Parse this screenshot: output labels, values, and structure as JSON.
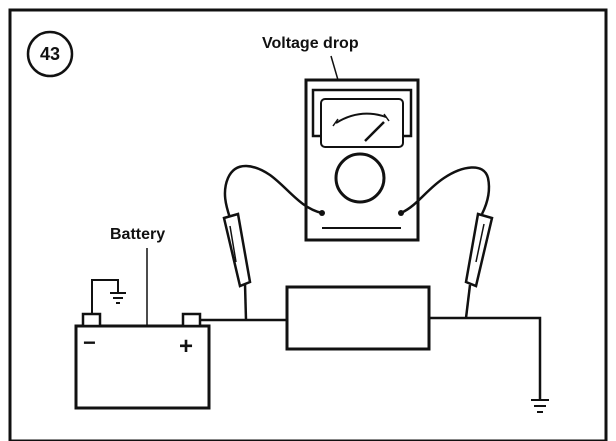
{
  "figure": {
    "number": "43",
    "title": "Voltage drop"
  },
  "labels": {
    "battery": "Battery",
    "negative_terminal": "−",
    "positive_terminal": "+"
  },
  "icons": [
    "ground-symbol",
    "voltmeter",
    "test-probe",
    "battery",
    "load-component"
  ],
  "colors": {
    "ink": "#111111",
    "background": "#ffffff"
  }
}
